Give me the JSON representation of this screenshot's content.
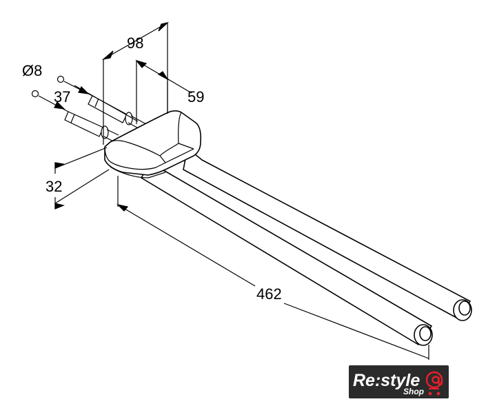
{
  "dimensions": {
    "diameter": "Ø8",
    "depth_37": "37",
    "width_98": "98",
    "height_59": "59",
    "height_32": "32",
    "length_462": "462"
  },
  "logo": {
    "brand": "Re:style",
    "sub": "Shop",
    "background_color": "#2b2b2b",
    "accent_color": "#e8202a"
  }
}
